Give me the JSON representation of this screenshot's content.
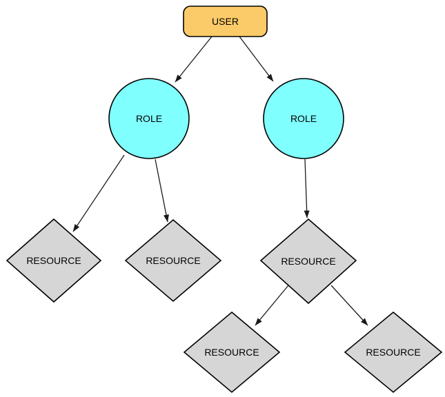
{
  "diagram": {
    "type": "hierarchy-graph",
    "nodes": [
      {
        "id": "user",
        "label": "USER",
        "shape": "rounded-rectangle",
        "fill": "#FBCB69"
      },
      {
        "id": "role-left",
        "label": "ROLE",
        "shape": "circle",
        "fill": "#80FFFF"
      },
      {
        "id": "role-right",
        "label": "ROLE",
        "shape": "circle",
        "fill": "#80FFFF"
      },
      {
        "id": "resource-left",
        "label": "RESOURCE",
        "shape": "diamond",
        "fill": "#D6D6D6"
      },
      {
        "id": "resource-middle",
        "label": "RESOURCE",
        "shape": "diamond",
        "fill": "#D6D6D6"
      },
      {
        "id": "resource-right",
        "label": "RESOURCE",
        "shape": "diamond",
        "fill": "#D6D6D6"
      },
      {
        "id": "resource-bottom-left",
        "label": "RESOURCE",
        "shape": "diamond",
        "fill": "#D6D6D6"
      },
      {
        "id": "resource-bottom-right",
        "label": "RESOURCE",
        "shape": "diamond",
        "fill": "#D6D6D6"
      }
    ],
    "edges": [
      {
        "from": "user",
        "to": "role-left"
      },
      {
        "from": "user",
        "to": "role-right"
      },
      {
        "from": "role-left",
        "to": "resource-left"
      },
      {
        "from": "role-left",
        "to": "resource-middle"
      },
      {
        "from": "role-right",
        "to": "resource-right"
      },
      {
        "from": "resource-right",
        "to": "resource-bottom-left"
      },
      {
        "from": "resource-right",
        "to": "resource-bottom-right"
      }
    ],
    "colors": {
      "user_fill": "#FBCB69",
      "role_fill": "#80FFFF",
      "resource_fill": "#D6D6D6",
      "stroke": "#000000",
      "arrow": "#1a1a1a",
      "background": "#FFFFFF"
    }
  }
}
